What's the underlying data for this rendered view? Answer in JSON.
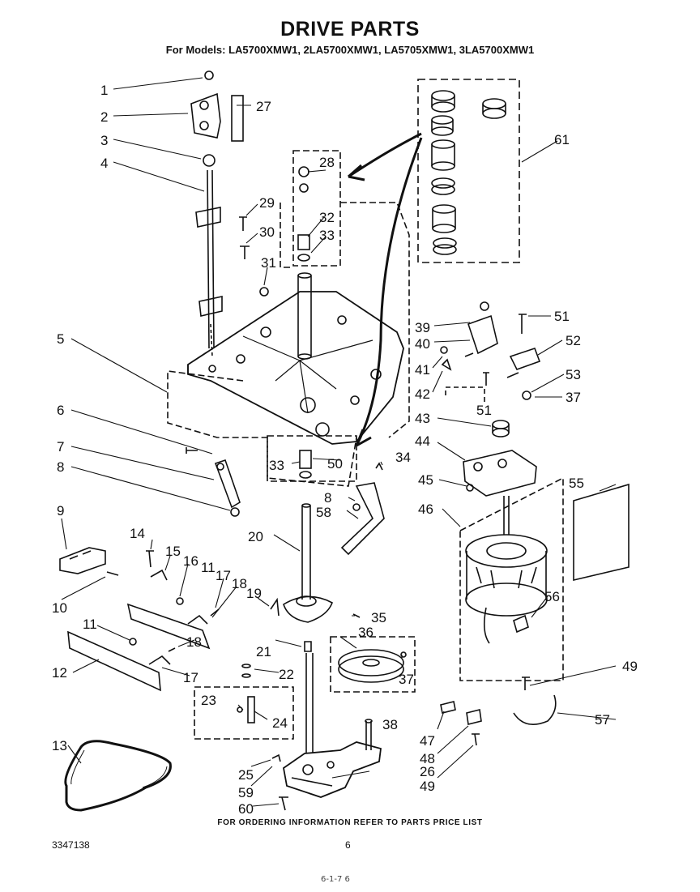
{
  "title": "DRIVE PARTS",
  "subtitle": "For Models: LA5700XMW1, 2LA5700XMW1, LA5705XMW1, 3LA5700XMW1",
  "footer_note": "FOR ORDERING INFORMATION REFER TO PARTS PRICE LIST",
  "doc_number": "3347138",
  "page_number": "6",
  "scribble": "6-1-7 6",
  "callouts": [
    "1",
    "2",
    "3",
    "4",
    "5",
    "6",
    "7",
    "8",
    "9",
    "10",
    "11",
    "12",
    "13",
    "14",
    "15",
    "16",
    "11",
    "17",
    "18",
    "11",
    "18",
    "17",
    "19",
    "20",
    "21",
    "22",
    "23",
    "24",
    "25",
    "59",
    "60",
    "26",
    "27",
    "28",
    "29",
    "30",
    "31",
    "32",
    "33",
    "33",
    "50",
    "34",
    "8",
    "58",
    "35",
    "36",
    "37",
    "38",
    "39",
    "40",
    "41",
    "42",
    "43",
    "44",
    "45",
    "46",
    "51",
    "51",
    "52",
    "53",
    "37",
    "55",
    "56",
    "49",
    "57",
    "47",
    "48",
    "49",
    "61"
  ]
}
